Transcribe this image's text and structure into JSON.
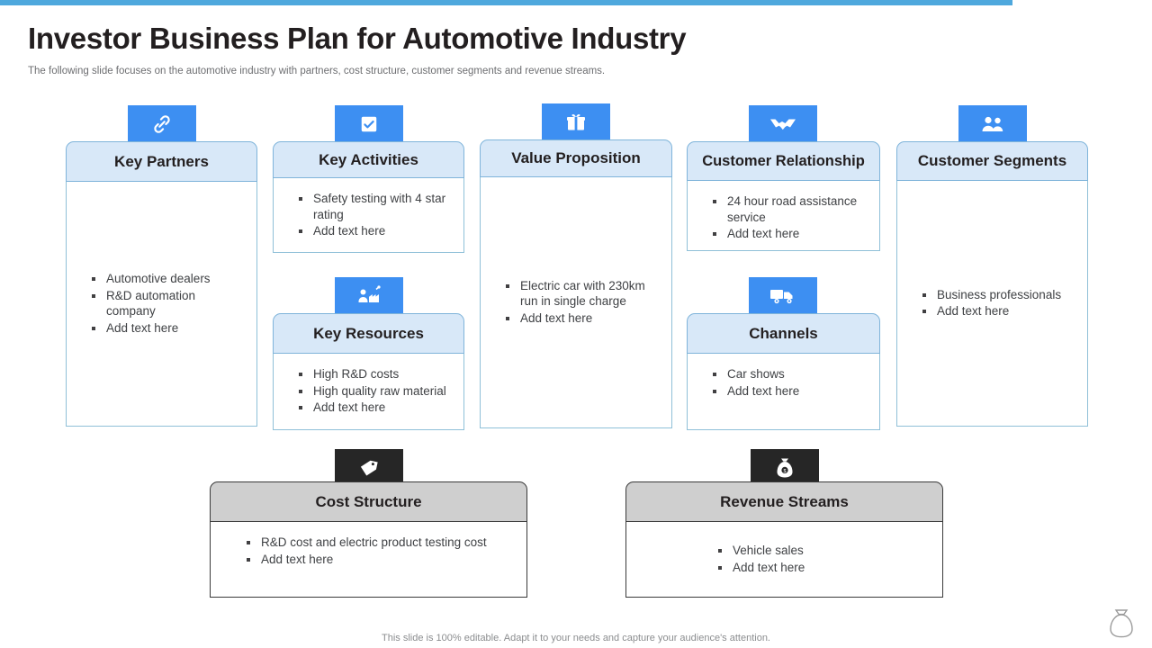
{
  "accent_color": "#4ea8dd",
  "tab_color": "#3d8ff2",
  "dark_tab_color": "#262626",
  "header": {
    "title": "Investor Business Plan for Automotive Industry",
    "subtitle": "The following slide focuses on the automotive industry with partners, cost structure, customer segments and revenue streams."
  },
  "canvas": {
    "key_partners": {
      "title": "Key Partners",
      "icon": "chain-link-icon",
      "items": [
        "Automotive dealers",
        "R&D automation company",
        "Add text here"
      ]
    },
    "key_activities": {
      "title": "Key Activities",
      "icon": "checkbox-check-icon",
      "items": [
        "Safety testing with 4 star rating",
        "Add text here"
      ]
    },
    "key_resources": {
      "title": "Key Resources",
      "icon": "person-factory-icon",
      "items": [
        "High R&D costs",
        "High quality raw material",
        "Add text here"
      ]
    },
    "value_proposition": {
      "title": "Value Proposition",
      "icon": "gift-box-icon",
      "items": [
        "Electric car with 230km run in single charge",
        "Add text here"
      ]
    },
    "customer_relationship": {
      "title": "Customer Relationship",
      "icon": "handshake-icon",
      "items": [
        "24 hour road assistance service",
        "Add text here"
      ]
    },
    "channels": {
      "title": "Channels",
      "icon": "delivery-truck-icon",
      "items": [
        "Car shows",
        "Add text here"
      ]
    },
    "customer_segments": {
      "title": "Customer Segments",
      "icon": "two-people-icon",
      "items": [
        "Business professionals",
        "Add text here"
      ]
    },
    "cost_structure": {
      "title": "Cost Structure",
      "icon": "price-tag-icon",
      "items": [
        "R&D cost and electric product testing cost",
        "Add text here"
      ]
    },
    "revenue_streams": {
      "title": "Revenue Streams",
      "icon": "money-bag-icon",
      "items": [
        "Vehicle sales",
        "Add text here"
      ]
    }
  },
  "footer": {
    "note": "This slide is 100% editable. Adapt it to your needs and capture your audience's attention.",
    "logo_icon": "money-bag-outline-icon"
  }
}
